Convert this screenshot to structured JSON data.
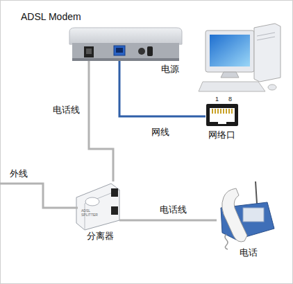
{
  "diagram": {
    "nodes": [
      {
        "text": [
          "ADSL Modem"
        ]
      },
      {
        "text": [
          "1",
          "8",
          "网络口"
        ]
      },
      {
        "text": [
          "ADSL SPLITTER",
          "分离器"
        ]
      },
      {
        "text": [
          "电话"
        ]
      }
    ],
    "edges": [
      {
        "from": 0,
        "to": 2,
        "arrow": "none",
        "label": "电话线"
      },
      {
        "from": 0,
        "to": 1,
        "arrow": "none",
        "label": "网线"
      },
      {
        "from": 2,
        "to": 3,
        "arrow": "none",
        "label": "电话线"
      }
    ],
    "labels": [
      "电源",
      "外线"
    ]
  }
}
